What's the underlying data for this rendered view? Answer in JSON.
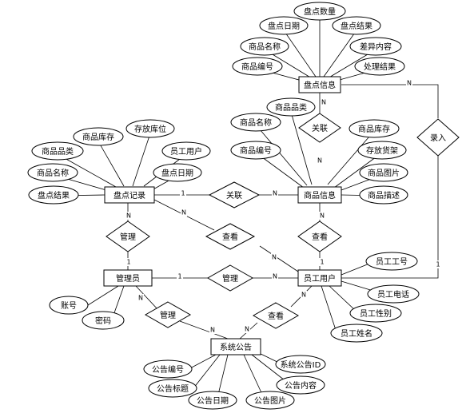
{
  "entities": {
    "inventory_info": "盘点信息",
    "inventory_record": "盘点记录",
    "product_info": "商品信息",
    "admin": "管理员",
    "employee": "员工用户",
    "announcement": "系统公告"
  },
  "relationships": {
    "rel_inv_product": "关联",
    "rel_record_product": "关联",
    "rel_entry": "录入",
    "rel_record_admin": "管理",
    "rel_view_product": "查看",
    "rel_view_record": "查看",
    "rel_admin_employee": "管理",
    "rel_admin_announce": "管理",
    "rel_employee_announce": "查看"
  },
  "attributes": {
    "inventory_info": [
      "盘点数量",
      "盘点日期",
      "盘点结果",
      "商品名称",
      "差异内容",
      "商品编号",
      "处理结果"
    ],
    "inventory_record": [
      "商品库存",
      "存放库位",
      "商品品类",
      "员工用户",
      "商品名称",
      "盘点日期",
      "盘点结果"
    ],
    "product_info": [
      "商品品类",
      "商品名称",
      "商品库存",
      "商品编号",
      "存放货架",
      "商品图片",
      "商品描述"
    ],
    "admin": [
      "账号",
      "密码"
    ],
    "employee": [
      "员工工号",
      "员工电话",
      "员工性别",
      "员工姓名"
    ],
    "announcement": [
      "公告编号",
      "系统公告ID",
      "公告标题",
      "公告内容",
      "公告日期",
      "公告图片"
    ]
  },
  "cardinality": {
    "one": "1",
    "many": "N"
  }
}
